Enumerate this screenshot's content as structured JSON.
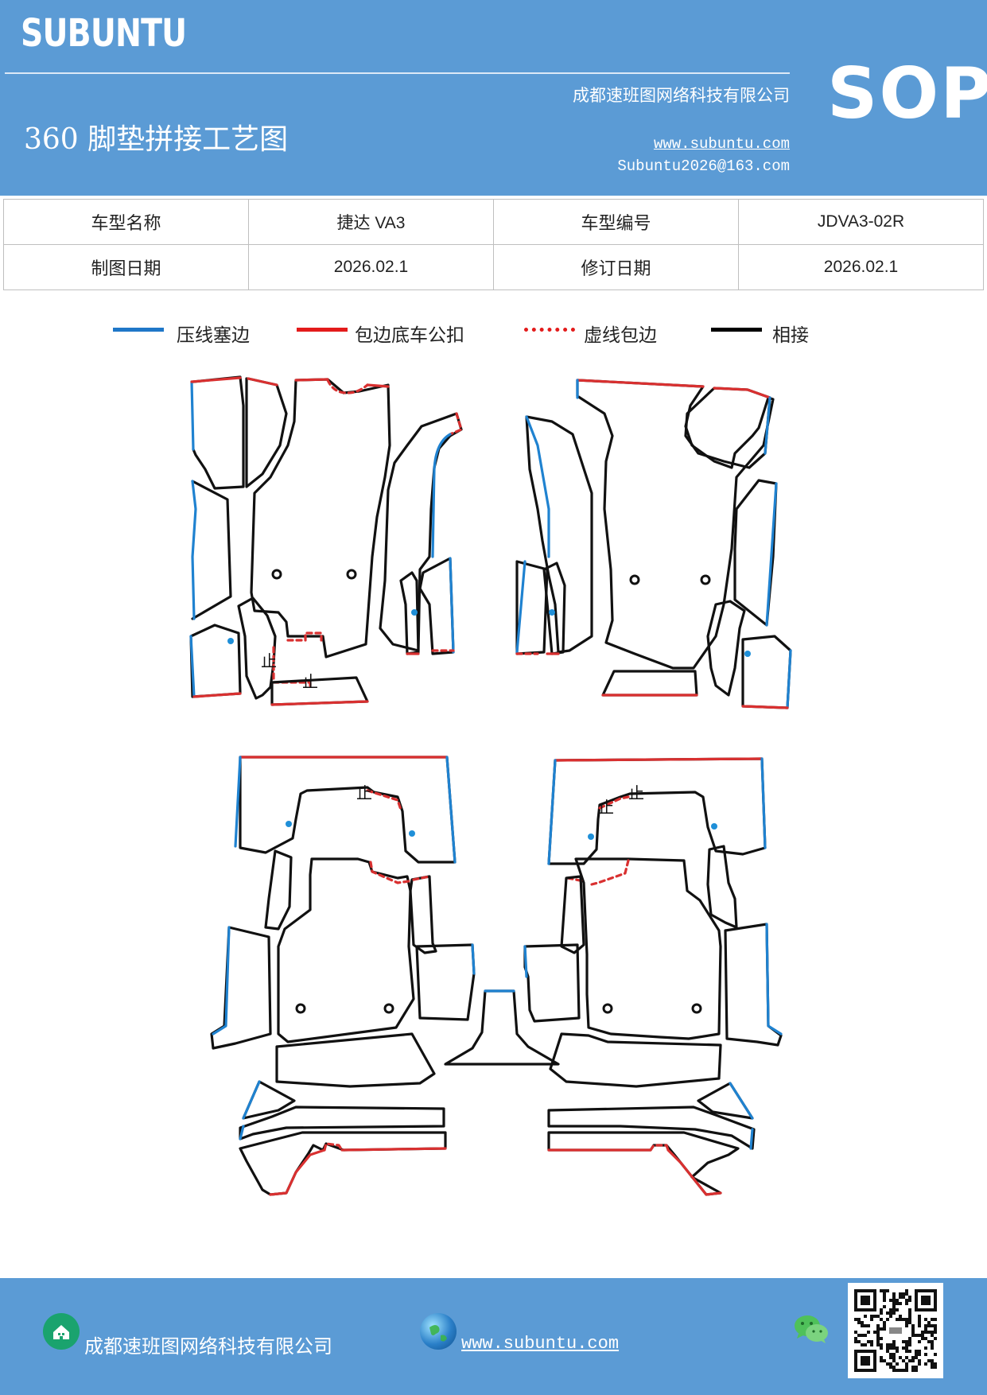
{
  "header": {
    "brand": "SUBUNTU",
    "company": "成都速班图网络科技有限公司",
    "title": "360 脚垫拼接工艺图",
    "website": "www.subuntu.com",
    "email": "Subuntu2026@163.com",
    "badge": "SOP"
  },
  "info": {
    "row1": {
      "label1": "车型名称",
      "value1": "捷达 VA3",
      "label2": "车型编号",
      "value2": "JDVA3-02R"
    },
    "row2": {
      "label1": "制图日期",
      "value1": "2026.02.1",
      "label2": "修订日期",
      "value2": "2026.02.1"
    }
  },
  "legend": {
    "items": [
      {
        "label": "压线塞边",
        "color": "#1f77c8",
        "style": "solid"
      },
      {
        "label": "包边底车公扣",
        "color": "#e31b1b",
        "style": "solid"
      },
      {
        "label": "虚线包边",
        "color": "#e31b1b",
        "style": "dotted"
      },
      {
        "label": "相接",
        "color": "#000000",
        "style": "solid"
      }
    ]
  },
  "drawing": {
    "mark_text": "止",
    "colors": {
      "blue": "#1f82d0",
      "red": "#d93030",
      "black": "#111111",
      "dot": "#1f8fd8"
    }
  },
  "footer": {
    "company": "成都速班图网络科技有限公司",
    "website": "www.subuntu.com",
    "icons": [
      "home-icon",
      "globe-icon",
      "wechat-icon",
      "qr-code"
    ]
  }
}
